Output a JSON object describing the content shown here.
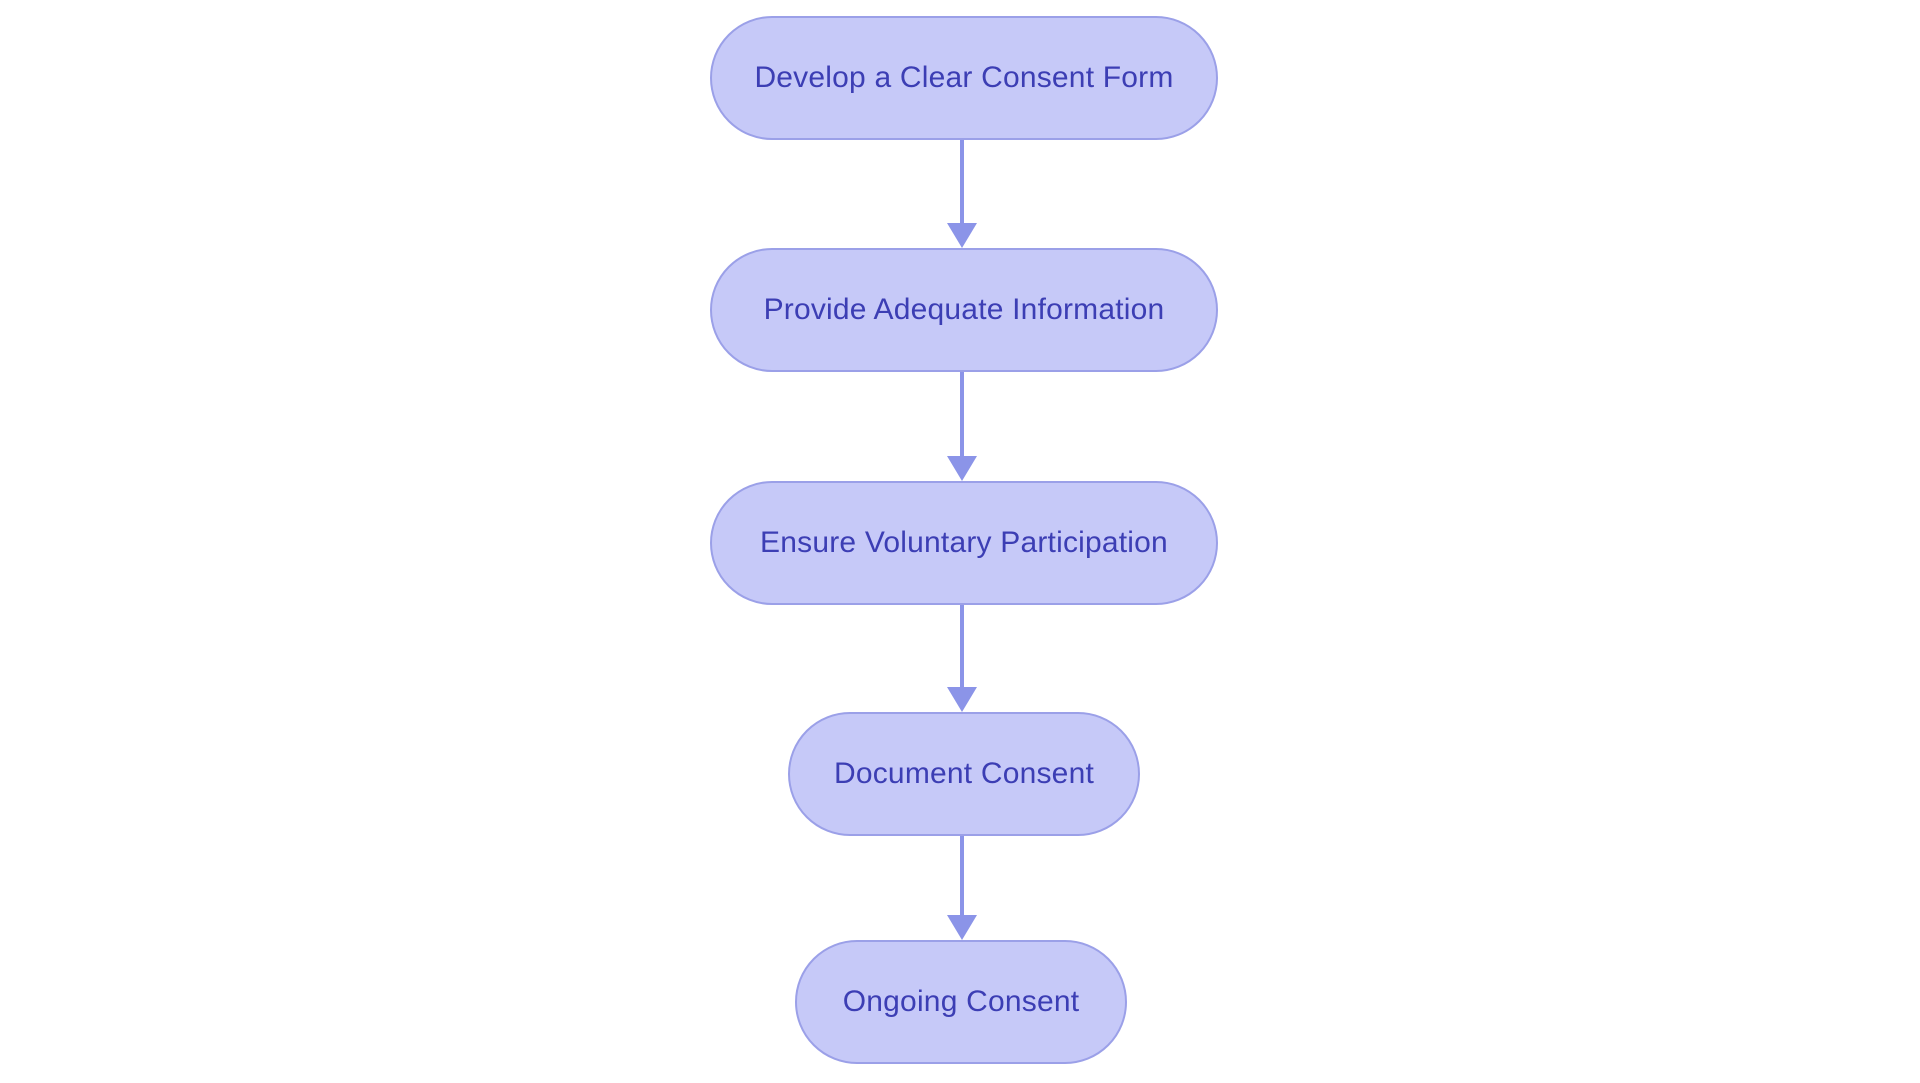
{
  "diagram": {
    "type": "flowchart",
    "direction": "top-down",
    "background": "#ffffff",
    "nodes": [
      {
        "label": "Develop a Clear Consent Form"
      },
      {
        "label": "Provide Adequate Information"
      },
      {
        "label": "Ensure Voluntary Participation"
      },
      {
        "label": "Document Consent"
      },
      {
        "label": "Ongoing Consent"
      }
    ],
    "edges": [
      {
        "from": "Develop a Clear Consent Form",
        "to": "Provide Adequate Information"
      },
      {
        "from": "Provide Adequate Information",
        "to": "Ensure Voluntary Participation"
      },
      {
        "from": "Ensure Voluntary Participation",
        "to": "Document Consent"
      },
      {
        "from": "Document Consent",
        "to": "Ongoing Consent"
      }
    ],
    "colors": {
      "node_fill": "#c6c9f8",
      "node_border": "#9ba0e8",
      "node_text": "#3c3eb4",
      "arrow": "#8b94e8"
    }
  }
}
